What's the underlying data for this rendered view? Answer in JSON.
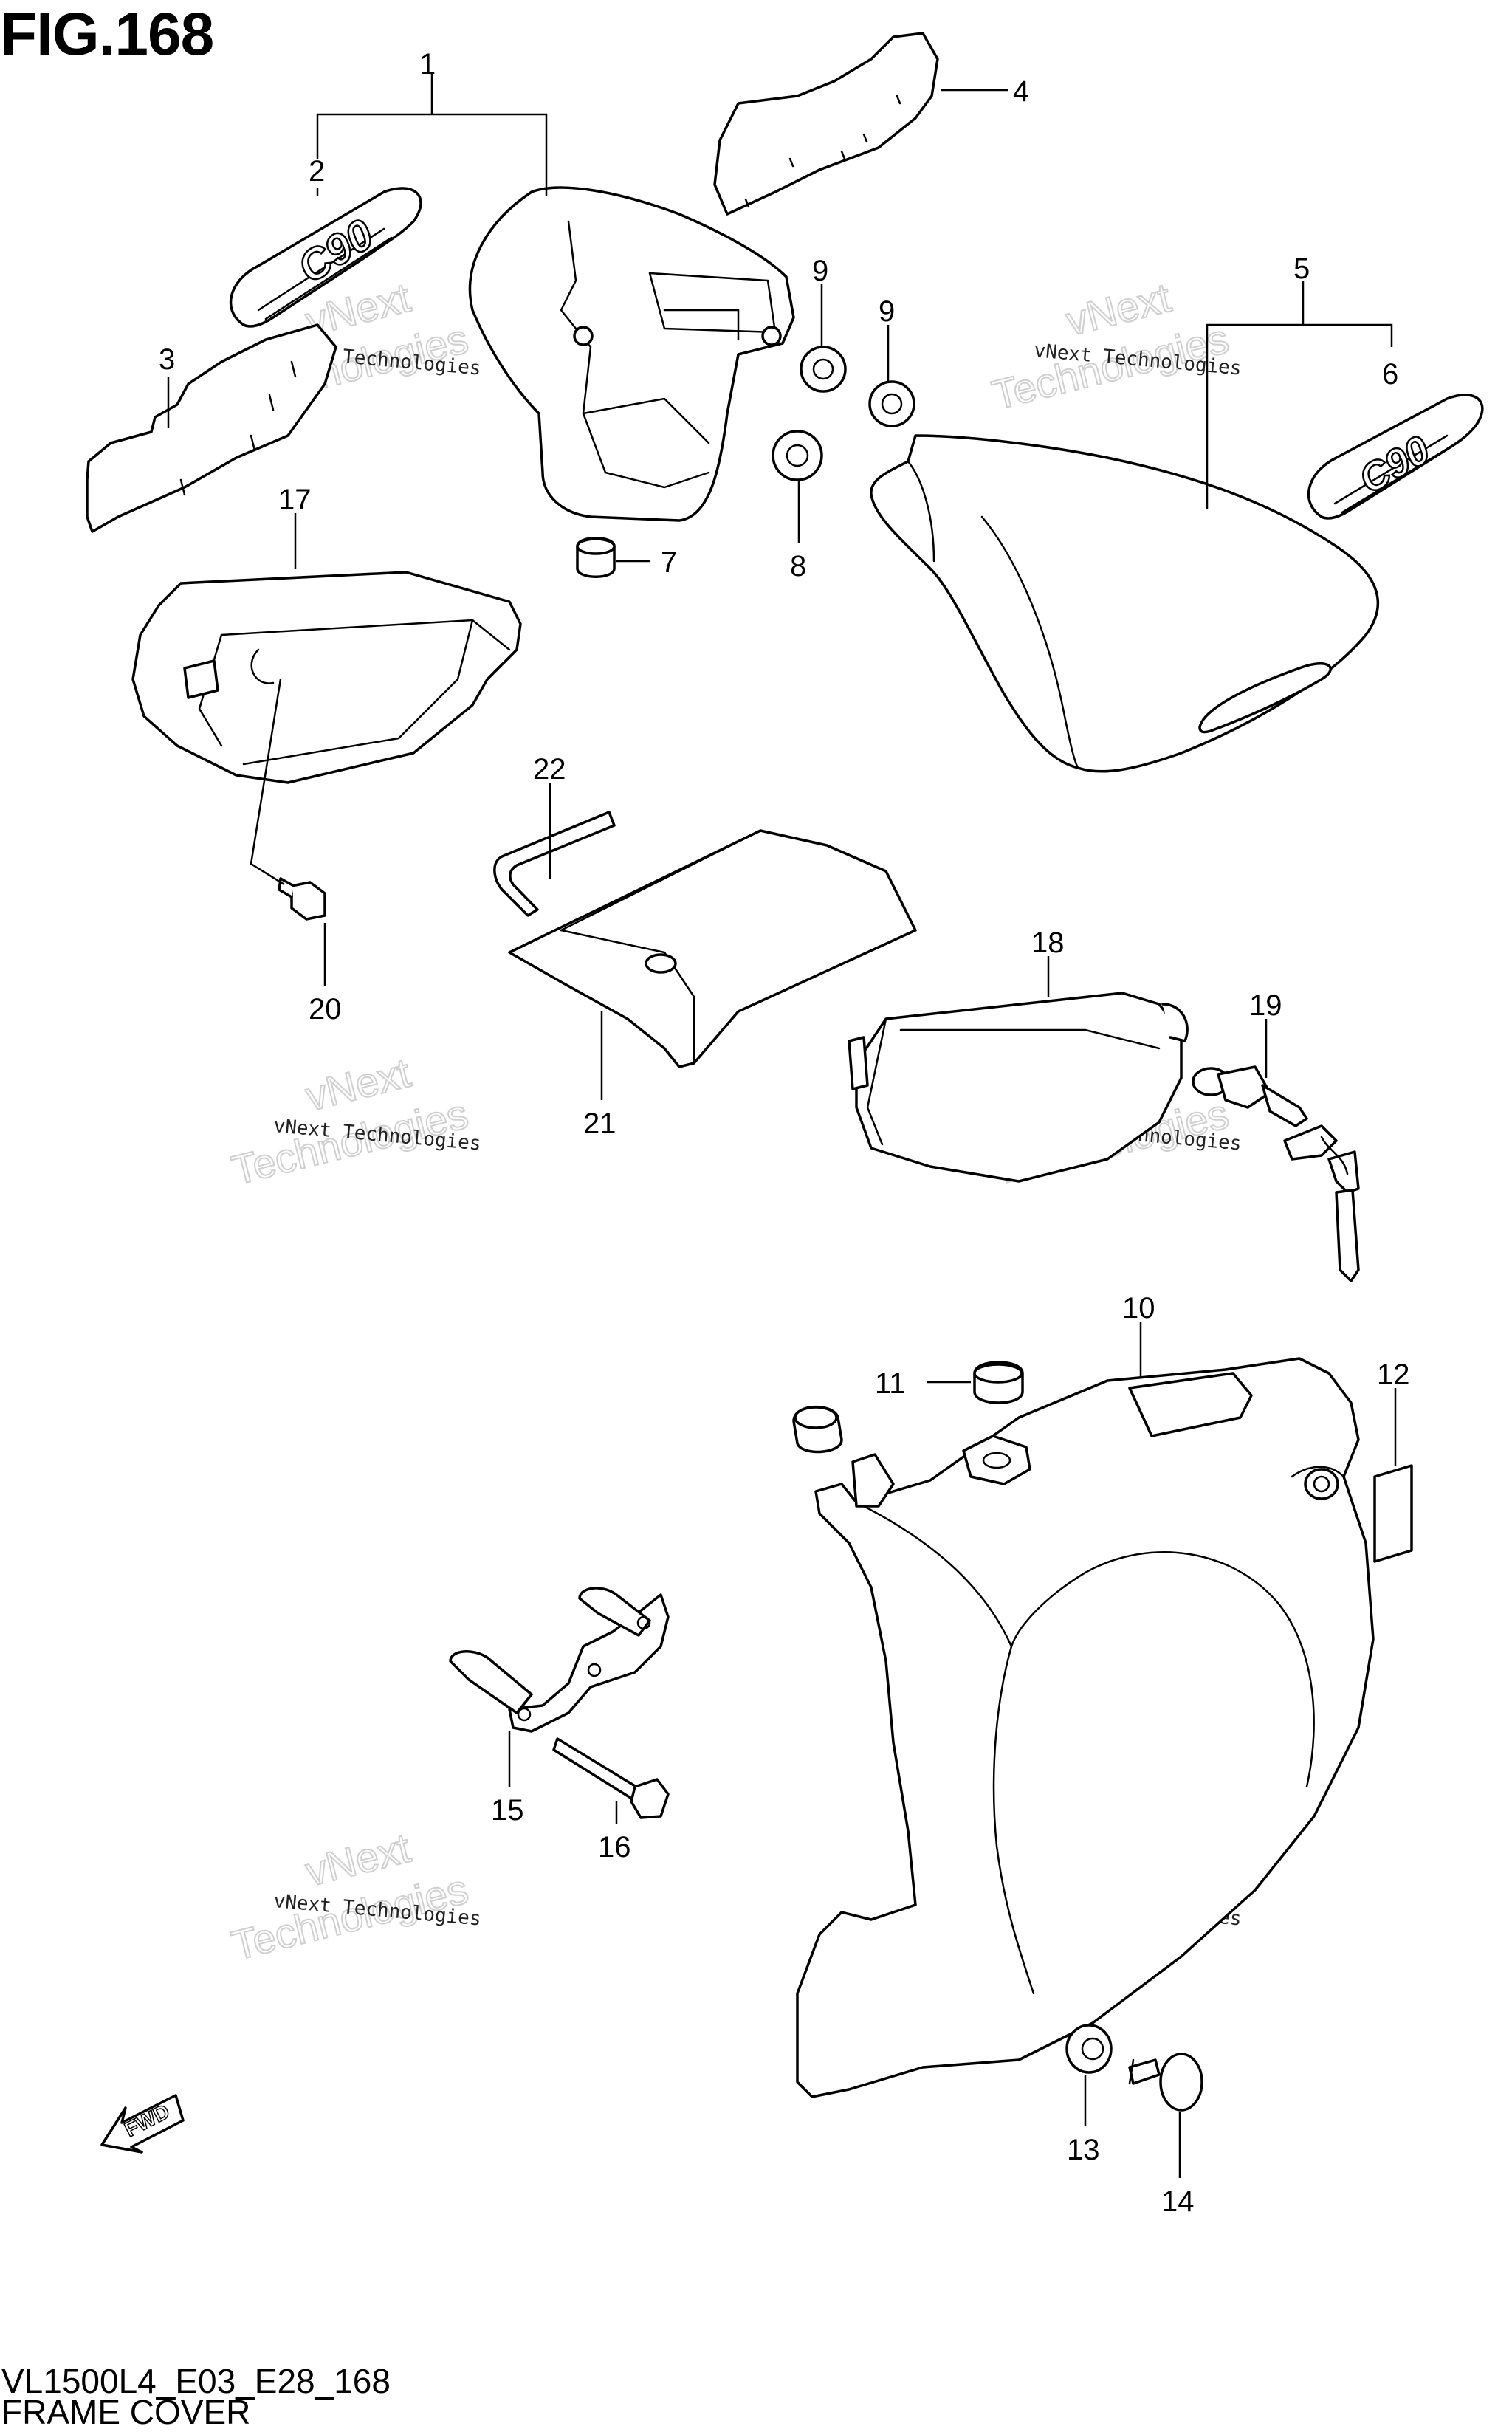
{
  "figure": {
    "title": "FIG.168"
  },
  "footer": {
    "model_code": "VL1500L4_E03_E28_168",
    "section_name": "FRAME COVER"
  },
  "watermark": {
    "line1": "vNext",
    "line2": "Technologies",
    "small": "vNext Technologies"
  },
  "fwd_label": "FWD",
  "emblem_text": "C90",
  "callouts": {
    "c1": "1",
    "c2": "2",
    "c3": "3",
    "c4": "4",
    "c5": "5",
    "c6": "6",
    "c7": "7",
    "c8": "8",
    "c9a": "9",
    "c9b": "9",
    "c10": "10",
    "c11": "11",
    "c12": "12",
    "c13": "13",
    "c14": "14",
    "c15": "15",
    "c16": "16",
    "c17": "17",
    "c18": "18",
    "c19": "19",
    "c20": "20",
    "c21": "21",
    "c22": "22"
  }
}
